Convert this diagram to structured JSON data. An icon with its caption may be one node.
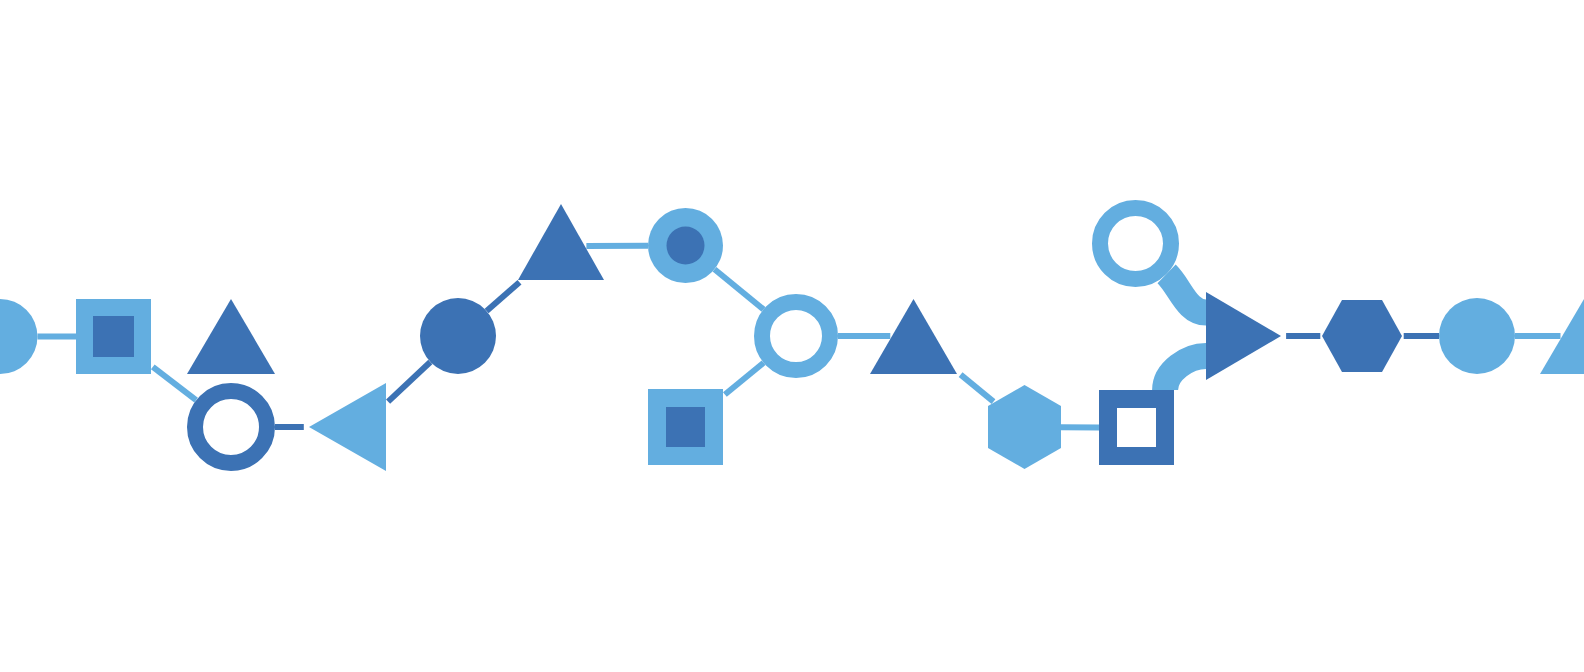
{
  "diagram": {
    "nodes": [
      {
        "text": [],
        "shape": "circle"
      },
      {
        "text": [],
        "shape": "box"
      },
      {
        "text": [],
        "shape": "triangle"
      },
      {
        "text": [],
        "shape": "circle"
      },
      {
        "text": [],
        "shape": "triangle"
      },
      {
        "text": [],
        "shape": "circle"
      },
      {
        "text": [],
        "shape": "triangle"
      },
      {
        "text": [],
        "shape": "circle"
      },
      {
        "text": [],
        "shape": "circle"
      },
      {
        "text": [],
        "shape": "box"
      },
      {
        "text": [],
        "shape": "triangle"
      },
      {
        "text": [],
        "shape": "hexagon"
      },
      {
        "text": [],
        "shape": "box"
      },
      {
        "text": [],
        "shape": "circle"
      },
      {
        "text": [],
        "shape": "triangle"
      },
      {
        "text": [],
        "shape": "hexagon"
      },
      {
        "text": [],
        "shape": "circle"
      },
      {
        "text": [],
        "shape": "triangle"
      }
    ],
    "edges": [
      {
        "from": 0,
        "to": 1,
        "arrow": "none"
      },
      {
        "from": 1,
        "to": 3,
        "arrow": "none"
      },
      {
        "from": 3,
        "to": 4,
        "arrow": "none",
        "color": "#3c72b4"
      },
      {
        "from": 4,
        "to": 5,
        "arrow": "none",
        "color": "#3c72b4"
      },
      {
        "from": 5,
        "to": 6,
        "arrow": "none",
        "color": "#3c72b4"
      },
      {
        "from": 6,
        "to": 7,
        "arrow": "none"
      },
      {
        "from": 7,
        "to": 8,
        "arrow": "none"
      },
      {
        "from": 8,
        "to": 9,
        "arrow": "none"
      },
      {
        "from": 8,
        "to": 10,
        "arrow": "none"
      },
      {
        "from": 10,
        "to": 11,
        "arrow": "none"
      },
      {
        "from": 11,
        "to": 12,
        "arrow": "none"
      },
      {
        "from": 13,
        "to": 14,
        "arrow": "none",
        "style": "thick"
      },
      {
        "from": 12,
        "to": 14,
        "arrow": "none",
        "style": "thick"
      },
      {
        "from": 14,
        "to": 15,
        "arrow": "none",
        "color": "#3c72b4"
      },
      {
        "from": 15,
        "to": 16,
        "arrow": "none",
        "color": "#3c72b4"
      },
      {
        "from": 16,
        "to": 17,
        "arrow": "none"
      }
    ]
  }
}
